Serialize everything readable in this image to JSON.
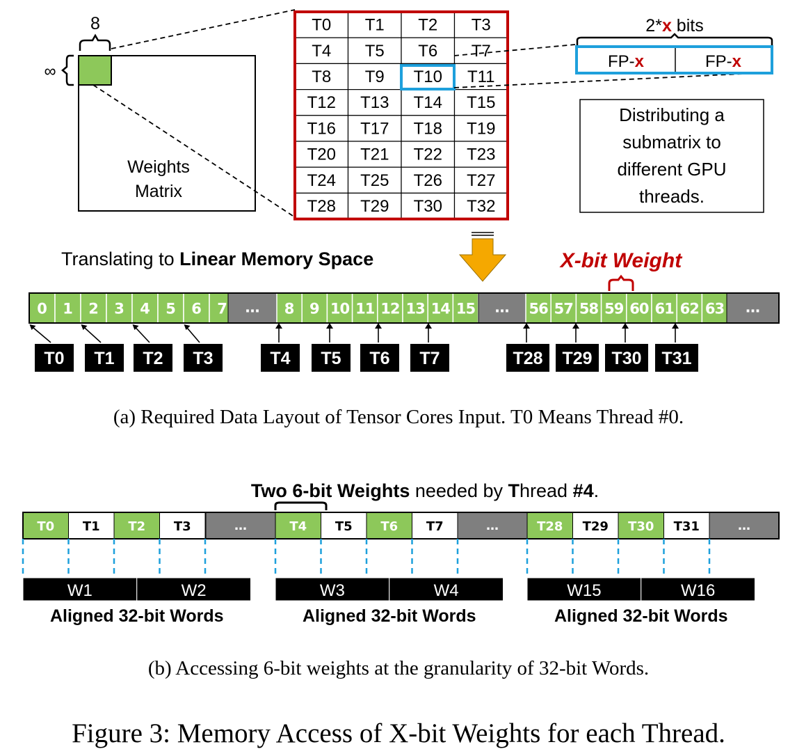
{
  "part_a": {
    "tile_width_label": "8",
    "tile_height_label": "∞",
    "weights_matrix_label": [
      "Weights",
      "Matrix"
    ],
    "thread_grid": [
      [
        "T0",
        "T1",
        "T2",
        "T3"
      ],
      [
        "T4",
        "T5",
        "T6",
        "T7"
      ],
      [
        "T8",
        "T9",
        "T10",
        "T11"
      ],
      [
        "T12",
        "T13",
        "T14",
        "T15"
      ],
      [
        "T16",
        "T17",
        "T18",
        "T19"
      ],
      [
        "T20",
        "T21",
        "T22",
        "T23"
      ],
      [
        "T24",
        "T25",
        "T26",
        "T27"
      ],
      [
        "T28",
        "T29",
        "T30",
        "T32"
      ]
    ],
    "bits_label_prefix": "2*",
    "bits_label_var": "x",
    "bits_label_suffix": " bits",
    "fp_label_prefix": "FP-",
    "fp_label_var": "x",
    "info_box_lines": [
      "Distributing a",
      "submatrix to",
      "different GPU",
      "threads."
    ],
    "translate_text_normal": "Translating to ",
    "translate_text_bold": "Linear Memory Space",
    "xbit_weight_label": "X-bit Weight",
    "memory_cells": [
      {
        "label": "0",
        "color": "green"
      },
      {
        "label": "1",
        "color": "green"
      },
      {
        "label": "2",
        "color": "green"
      },
      {
        "label": "3",
        "color": "green"
      },
      {
        "label": "4",
        "color": "green"
      },
      {
        "label": "5",
        "color": "green"
      },
      {
        "label": "6",
        "color": "green"
      },
      {
        "label": "7",
        "color": "green"
      },
      {
        "label": "…",
        "color": "gray"
      },
      {
        "label": "8",
        "color": "green"
      },
      {
        "label": "9",
        "color": "green"
      },
      {
        "label": "10",
        "color": "green"
      },
      {
        "label": "11",
        "color": "green"
      },
      {
        "label": "12",
        "color": "green"
      },
      {
        "label": "13",
        "color": "green"
      },
      {
        "label": "14",
        "color": "green"
      },
      {
        "label": "15",
        "color": "green"
      },
      {
        "label": "…",
        "color": "gray"
      },
      {
        "label": "56",
        "color": "green"
      },
      {
        "label": "57",
        "color": "green"
      },
      {
        "label": "58",
        "color": "green"
      },
      {
        "label": "59",
        "color": "green"
      },
      {
        "label": "60",
        "color": "green"
      },
      {
        "label": "61",
        "color": "green"
      },
      {
        "label": "62",
        "color": "green"
      },
      {
        "label": "63",
        "color": "green"
      },
      {
        "label": "…",
        "color": "gray"
      }
    ],
    "thread_tags": [
      "T0",
      "T1",
      "T2",
      "T3",
      "T4",
      "T5",
      "T6",
      "T7",
      "T28",
      "T29",
      "T30",
      "T31"
    ],
    "caption": "(a) Required Data Layout of Tensor Cores Input. T0 Means Thread #0."
  },
  "part_b": {
    "title_bold": "Two 6-bit Weights",
    "title_mid": " needed by ",
    "title_t": "T",
    "title_hread": "hread ",
    "title_num": "#4",
    "title_end": ".",
    "cells": [
      {
        "label": "T0",
        "color": "green"
      },
      {
        "label": "T1",
        "color": "white"
      },
      {
        "label": "T2",
        "color": "green"
      },
      {
        "label": "T3",
        "color": "white"
      },
      {
        "label": "…",
        "color": "gray"
      },
      {
        "label": "T4",
        "color": "green"
      },
      {
        "label": "T5",
        "color": "white"
      },
      {
        "label": "T6",
        "color": "green"
      },
      {
        "label": "T7",
        "color": "white"
      },
      {
        "label": "…",
        "color": "gray"
      },
      {
        "label": "T28",
        "color": "green"
      },
      {
        "label": "T29",
        "color": "white"
      },
      {
        "label": "T30",
        "color": "green"
      },
      {
        "label": "T31",
        "color": "white"
      },
      {
        "label": "…",
        "color": "gray"
      }
    ],
    "words": [
      "W1",
      "W2",
      "W3",
      "W4",
      "W15",
      "W16"
    ],
    "word_group_label": "Aligned 32-bit Words",
    "caption": "(b) Accessing 6-bit weights at the granularity of 32-bit Words."
  },
  "figure_caption": "Figure 3: Memory Access of X-bit Weights for each Thread.",
  "colors": {
    "green": "#8dc85a",
    "gray": "#7f7f7f",
    "red": "#c00000",
    "blue": "#1ea0dc",
    "arrow_orange": "#f5a800"
  }
}
